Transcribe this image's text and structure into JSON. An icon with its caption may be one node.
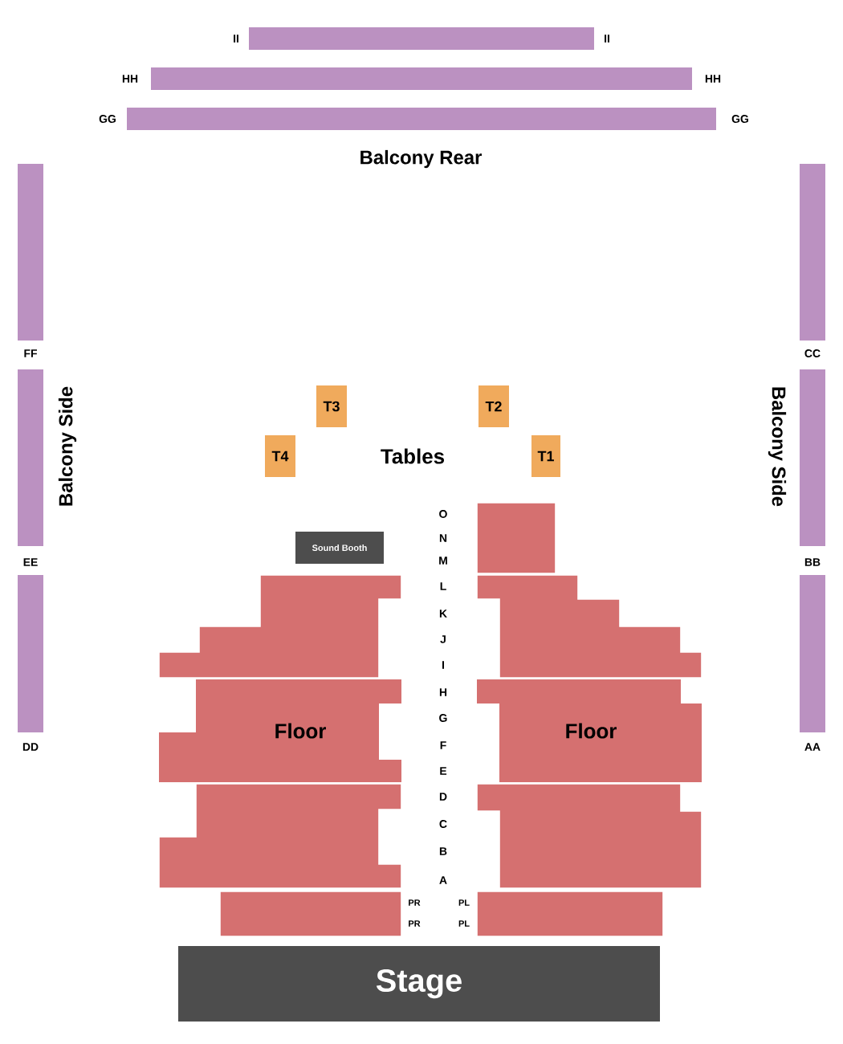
{
  "diagram": {
    "nodes": [
      {
        "text": [],
        "shape": "bar",
        "beside": [
          "II",
          "II"
        ]
      },
      {
        "text": [],
        "shape": "bar",
        "beside": [
          "HH",
          "HH"
        ]
      },
      {
        "text": [],
        "shape": "bar",
        "beside": [
          "GG",
          "GG"
        ]
      },
      {
        "text": [],
        "shape": "bar",
        "beside": [
          "FF"
        ]
      },
      {
        "text": [],
        "shape": "bar",
        "beside": [
          "CC"
        ]
      },
      {
        "text": [
          "T3"
        ]
      },
      {
        "text": [
          "T2"
        ]
      },
      {
        "text": [
          "T4"
        ]
      },
      {
        "text": [
          "T1"
        ]
      },
      {
        "text": [],
        "shape": "bar",
        "beside": [
          "EE"
        ]
      },
      {
        "text": [],
        "shape": "bar",
        "beside": [
          "BB"
        ]
      },
      {
        "text": [],
        "shape": "box"
      },
      {
        "text": [
          "Sound Booth"
        ]
      },
      {
        "text": [],
        "shape": "box"
      },
      {
        "text": [],
        "shape": "box"
      },
      {
        "text": [
          "Floor"
        ]
      },
      {
        "text": [
          "Floor"
        ]
      },
      {
        "text": [],
        "shape": "bar",
        "beside": [
          "DD"
        ]
      },
      {
        "text": [],
        "shape": "bar",
        "beside": [
          "AA"
        ]
      },
      {
        "text": [],
        "shape": "box"
      },
      {
        "text": [],
        "shape": "box"
      },
      {
        "text": [],
        "shape": "box"
      },
      {
        "text": [],
        "shape": "box"
      },
      {
        "text": [
          "Stage"
        ]
      }
    ],
    "labels": [
      "Balcony Rear",
      "Balcony Side",
      "Tables",
      "Balcony Side",
      "O",
      "N",
      "M",
      "L",
      "K",
      "J",
      "I",
      "H",
      "G",
      "F",
      "E",
      "D",
      "C",
      "B",
      "A",
      "PR",
      "PL",
      "PR",
      "PL"
    ]
  }
}
